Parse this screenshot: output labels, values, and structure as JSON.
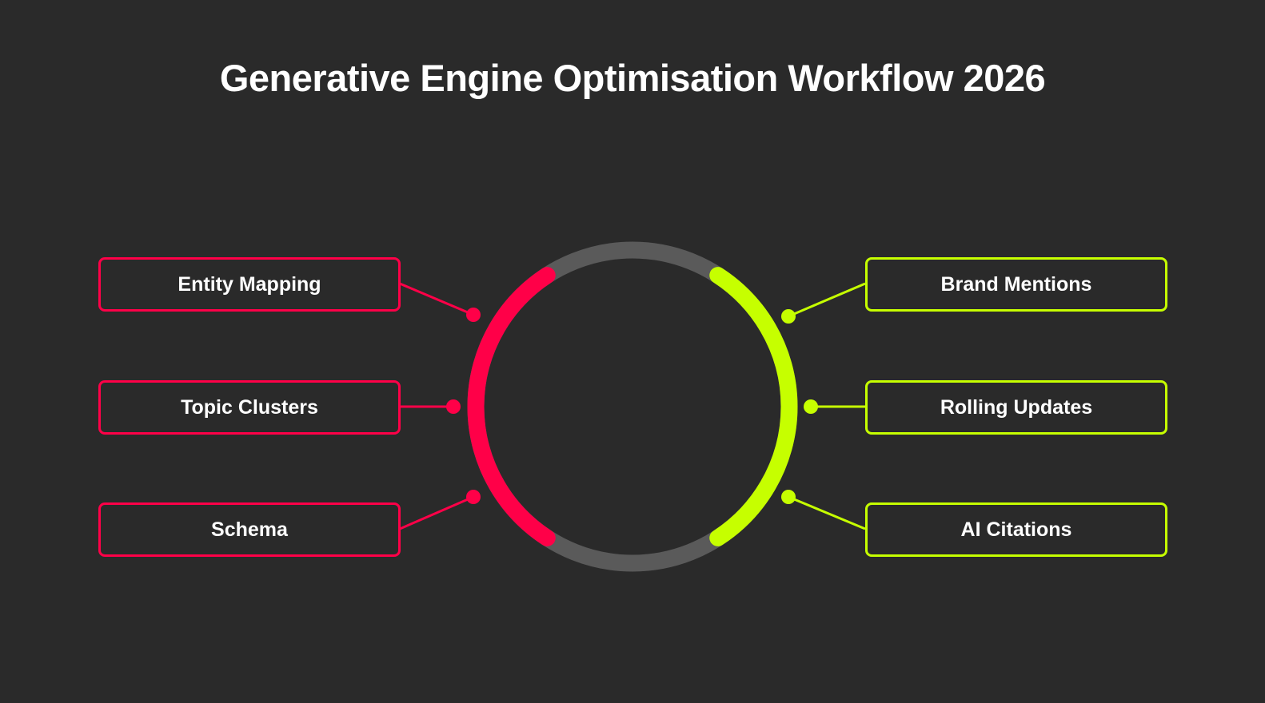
{
  "title": "Generative Engine Optimisation Workflow 2026",
  "colors": {
    "background": "#2a2a2a",
    "left_accent": "#ff0048",
    "right_accent": "#c6ff00",
    "ring_track": "#5a5a5a",
    "text": "#ffffff"
  },
  "left_items": [
    {
      "label": "Entity Mapping"
    },
    {
      "label": "Topic Clusters"
    },
    {
      "label": "Schema"
    }
  ],
  "right_items": [
    {
      "label": "Brand Mentions"
    },
    {
      "label": "Rolling Updates"
    },
    {
      "label": "AI Citations"
    }
  ]
}
